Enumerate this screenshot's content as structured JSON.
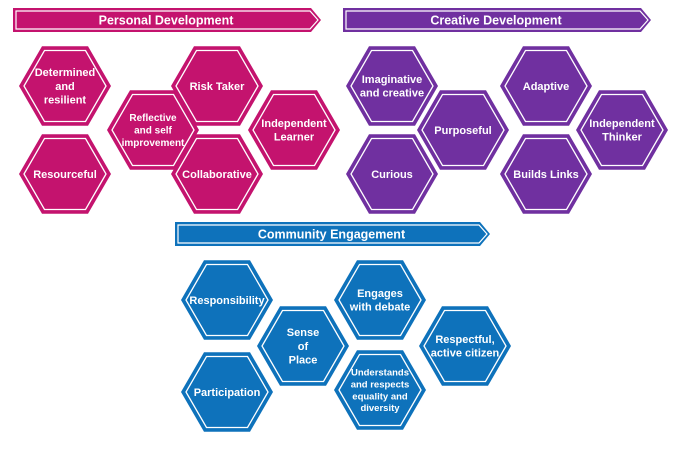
{
  "colors": {
    "personal": "#C4136E",
    "creative": "#7030A0",
    "community": "#0E72BB"
  },
  "sections": [
    {
      "title": "Personal Development",
      "color_key": "personal",
      "hexes": [
        {
          "lines": [
            "Determined",
            "and",
            "resilient"
          ]
        },
        {
          "lines": [
            "Resourceful"
          ]
        },
        {
          "lines": [
            "Reflective",
            "and self",
            "improvement"
          ]
        },
        {
          "lines": [
            "Risk Taker"
          ]
        },
        {
          "lines": [
            "Collaborative"
          ]
        },
        {
          "lines": [
            "Independent",
            "Learner"
          ]
        }
      ]
    },
    {
      "title": "Creative Development",
      "color_key": "creative",
      "hexes": [
        {
          "lines": [
            "Imaginative",
            "and creative"
          ]
        },
        {
          "lines": [
            "Curious"
          ]
        },
        {
          "lines": [
            "Purposeful"
          ]
        },
        {
          "lines": [
            "Adaptive"
          ]
        },
        {
          "lines": [
            "Builds Links"
          ]
        },
        {
          "lines": [
            "Independent",
            "Thinker"
          ]
        }
      ]
    },
    {
      "title": "Community Engagement",
      "color_key": "community",
      "hexes": [
        {
          "lines": [
            "Responsibility"
          ]
        },
        {
          "lines": [
            "Participation"
          ]
        },
        {
          "lines": [
            "Sense",
            "of",
            "Place"
          ]
        },
        {
          "lines": [
            "Engages",
            "with debate"
          ]
        },
        {
          "lines": [
            "Understands",
            "and respects",
            "equality and",
            "diversity"
          ]
        },
        {
          "lines": [
            "Respectful,",
            "active citizen"
          ]
        }
      ]
    }
  ]
}
